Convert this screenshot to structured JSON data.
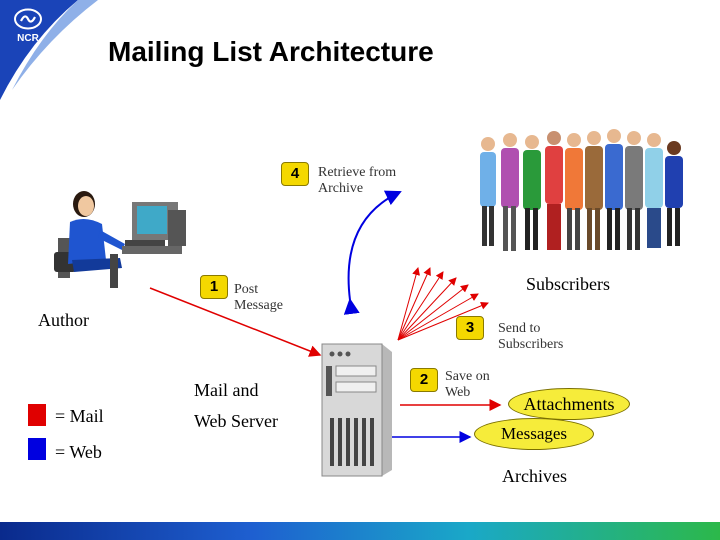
{
  "logo": {
    "text": "NCR",
    "icon": "ncr-logo-icon"
  },
  "title": "Mailing List Architecture",
  "steps": [
    {
      "number": "1",
      "text": "Post\nMessage"
    },
    {
      "number": "2",
      "text": "Save on\nWeb"
    },
    {
      "number": "3",
      "text": "Send to\nSubscribers"
    },
    {
      "number": "4",
      "text": "Retrieve from\nArchive"
    }
  ],
  "labels": {
    "author": "Author",
    "subscribers": "Subscribers",
    "server_line1": "Mail and",
    "server_line2": "Web Server",
    "attachments": "Attachments",
    "messages": "Messages",
    "archives": "Archives"
  },
  "legend": [
    {
      "label": "= Mail",
      "color": "#e00000"
    },
    {
      "label": "= Web",
      "color": "#0000e0"
    }
  ],
  "colors": {
    "mail": "#e00000",
    "web": "#0000e0",
    "badge": "#f4d800",
    "oval": "#f6ec3a",
    "corner": "#1a44b8"
  }
}
